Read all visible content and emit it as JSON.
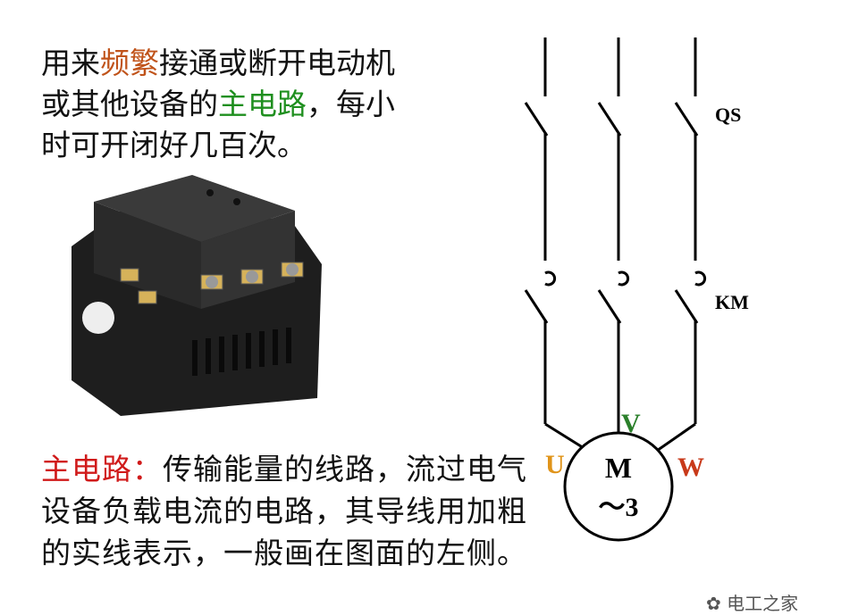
{
  "intro": {
    "p1": "用来",
    "p2": "频繁",
    "p3": "接通或断开电动机",
    "p4": "或其他设备的",
    "p5": "主电路",
    "p6": "，每小",
    "p7": "时可开闭好几百次。"
  },
  "bottom": {
    "heading": "主电路：",
    "body": "传输能量的线路，流过电气设备负载电流的电路，其导线用加粗的实线表示，一般画在图面的左侧。"
  },
  "diagram": {
    "qs_label": "QS",
    "km_label": "KM",
    "u_label": "U",
    "v_label": "V",
    "w_label": "W",
    "motor_line1": "M",
    "motor_line2": "～3"
  },
  "watermark": "电工之家",
  "colors": {
    "highlight_brown": "#c0531a",
    "highlight_green": "#1f8f1f",
    "heading_red": "#d01a1a",
    "u_orange": "#e0941a",
    "v_green": "#2a7f2a",
    "w_red": "#c83a1a"
  }
}
